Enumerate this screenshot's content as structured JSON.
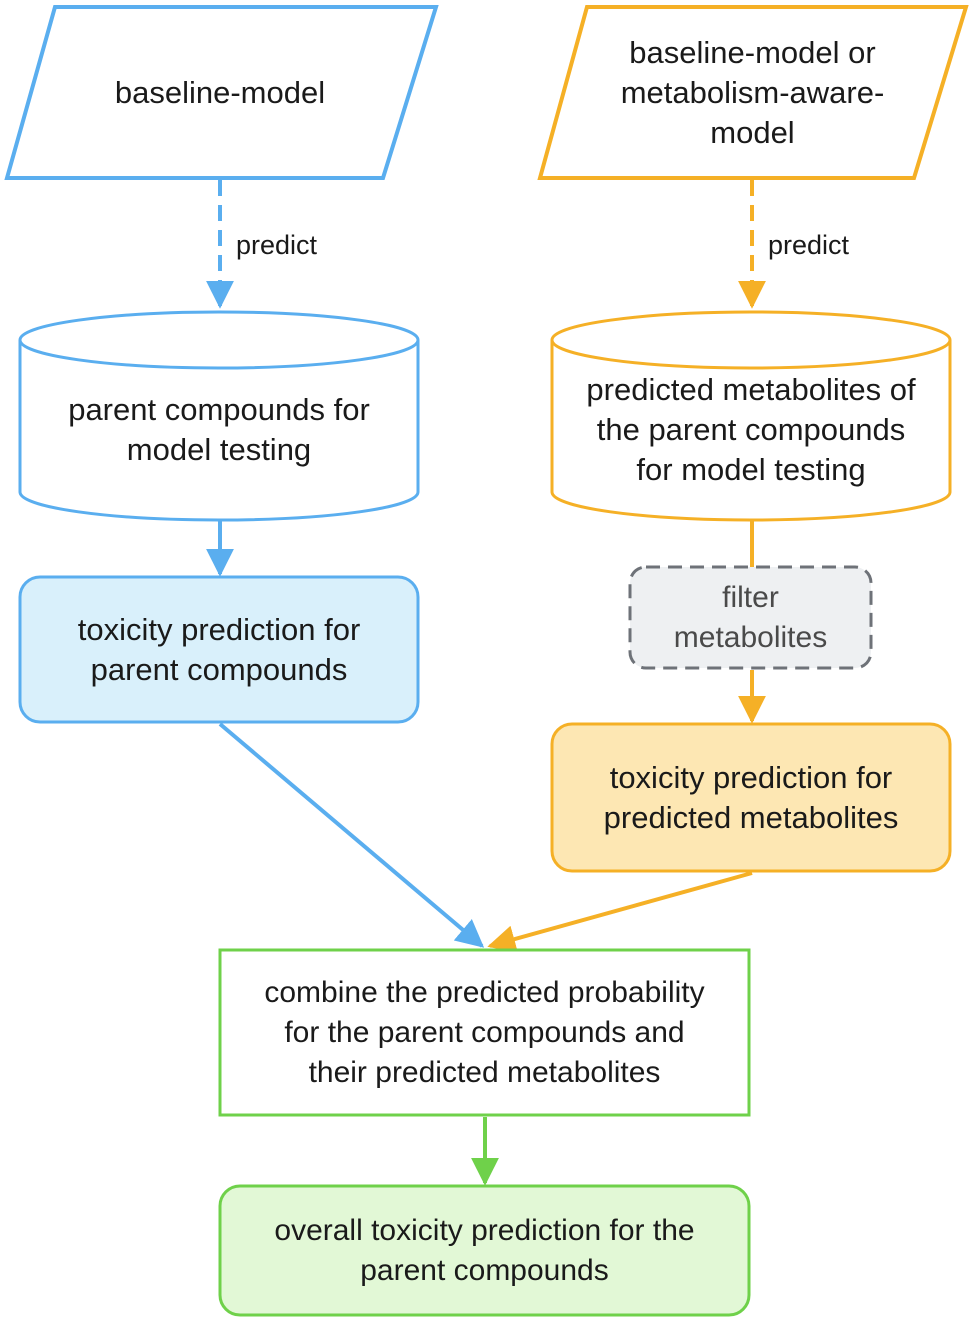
{
  "colors": {
    "blue": "#5aaeef",
    "blue_fill": "#d9f0fb",
    "orange": "#f5b026",
    "orange_fill": "#fde7b3",
    "green": "#6fd14a",
    "green_fill": "#e2f8d6",
    "gray": "#6e7278",
    "gray_fill": "#eef0f2"
  },
  "nodes": {
    "baseline_model": "baseline-model",
    "baseline_or_metabolism_model": "baseline-model or\nmetabolism-aware-\nmodel",
    "parent_compounds_testing": "parent compounds for\nmodel testing",
    "predicted_metabolites_testing": "predicted metabolites of\nthe parent compounds\nfor model testing",
    "filter_metabolites": "filter\nmetabolites",
    "tox_parent": "toxicity prediction for\nparent compounds",
    "tox_metabolites": "toxicity prediction for\npredicted metabolites",
    "combine": "combine the predicted probability\nfor the parent compounds and\ntheir predicted metabolites",
    "overall": "overall toxicity prediction for the\nparent compounds"
  },
  "edges": {
    "predict_left": "predict",
    "predict_right": "predict"
  }
}
